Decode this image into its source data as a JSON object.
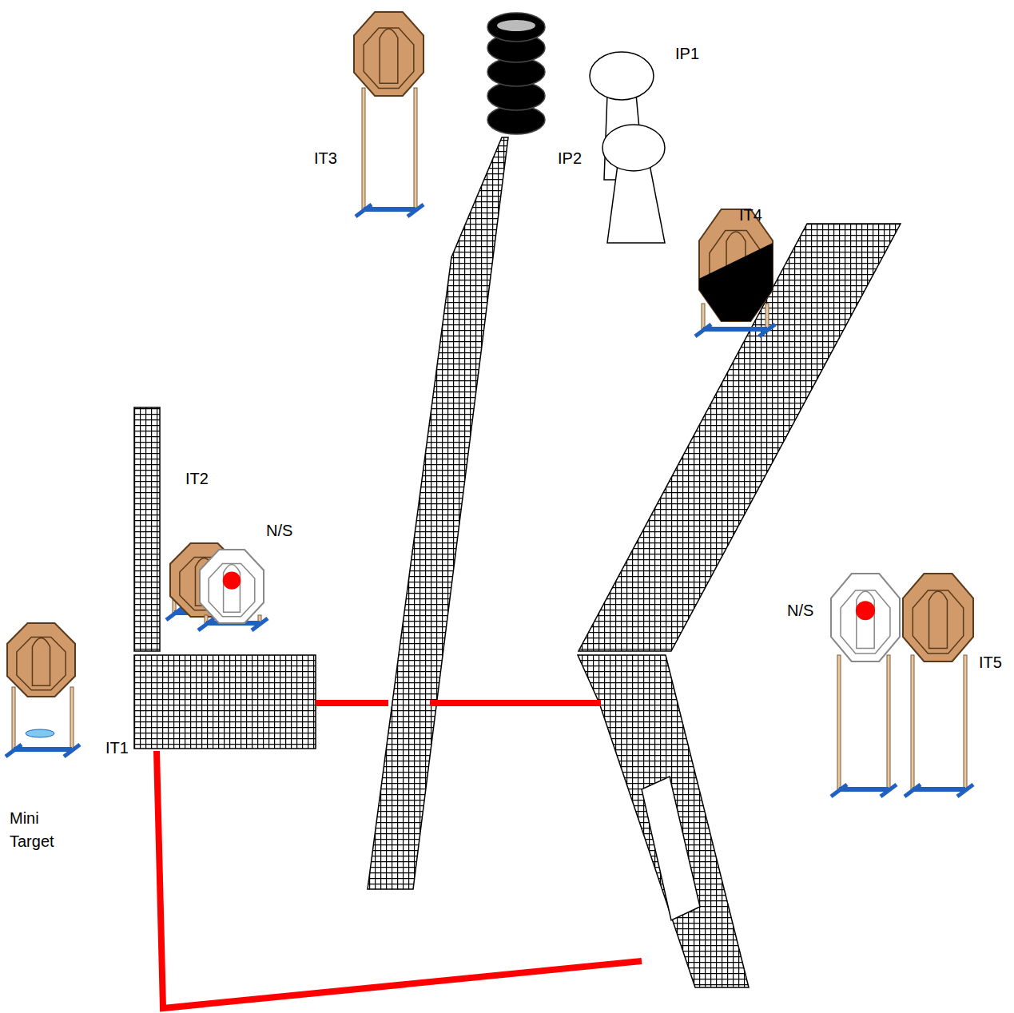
{
  "diagram": {
    "labels": [
      "IP1",
      "IP2",
      "IT3",
      "IT4",
      "IT2",
      "N/S",
      "IT1",
      "Mini Target",
      "N/S",
      "IT5"
    ]
  }
}
